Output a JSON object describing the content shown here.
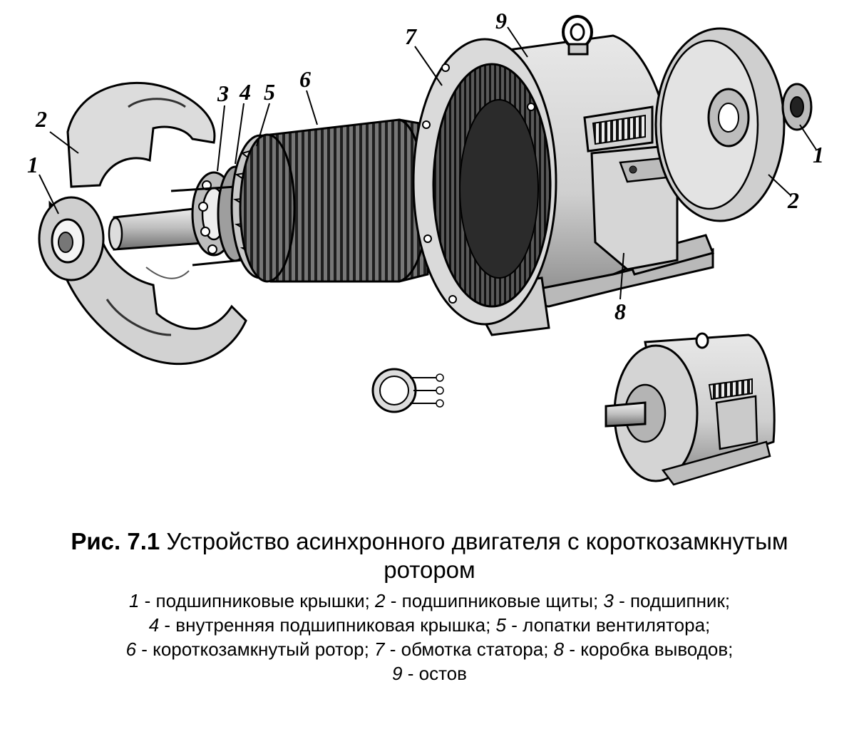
{
  "callouts": {
    "c1_left": "1",
    "c2_left": "2",
    "c3": "3",
    "c4": "4",
    "c5": "5",
    "c6": "6",
    "c7": "7",
    "c8": "8",
    "c9": "9",
    "c1_right": "1",
    "c2_right": "2"
  },
  "caption": {
    "number": "Рис. 7.1",
    "title": "Устройство асинхронного двигателя с короткозамкнутым ротором"
  },
  "legend": [
    {
      "n": "1",
      "text": "подшипниковые крышки"
    },
    {
      "n": "2",
      "text": "подшипниковые щиты"
    },
    {
      "n": "3",
      "text": "подшипник"
    },
    {
      "n": "4",
      "text": "внутренняя подшипниковая крышка"
    },
    {
      "n": "5",
      "text": "лопатки вентилятора"
    },
    {
      "n": "6",
      "text": "короткозамкнутый ротор"
    },
    {
      "n": "7",
      "text": "обмотка статора"
    },
    {
      "n": "8",
      "text": "коробка выводов"
    },
    {
      "n": "9",
      "text": "остов"
    }
  ],
  "colors": {
    "ink": "#000000",
    "body": "#d9d9d9",
    "shade": "#9a9a9a",
    "dark": "#3a3a3a"
  }
}
